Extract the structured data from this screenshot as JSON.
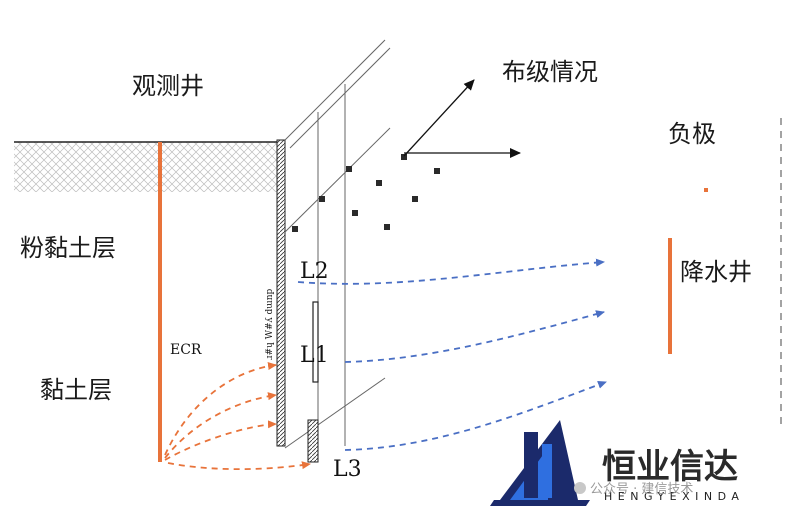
{
  "labels": {
    "observation_well": "观测井",
    "electrode_layout": "布级情况",
    "negative_electrode": "负极",
    "silty_clay_layer": "粉黏土层",
    "clay_layer": "黏土层",
    "dewatering_well": "降水井",
    "ecr": "ECR",
    "l1": "L1",
    "l2": "L2",
    "l3": "L3",
    "wall_text": "ɹ#ɥ W#ʎ dɯnp"
  },
  "watermark": {
    "brand": "恒业信达",
    "brand_pinyin": "HENGYEXINDA",
    "account": "公众号 · 建信技术"
  },
  "colors": {
    "orange": "#e8733a",
    "blue_arrow": "#4a6fc4",
    "black": "#1a1a1a",
    "logo_navy": "#1b2a6b",
    "logo_blue": "#2f6fe0"
  }
}
